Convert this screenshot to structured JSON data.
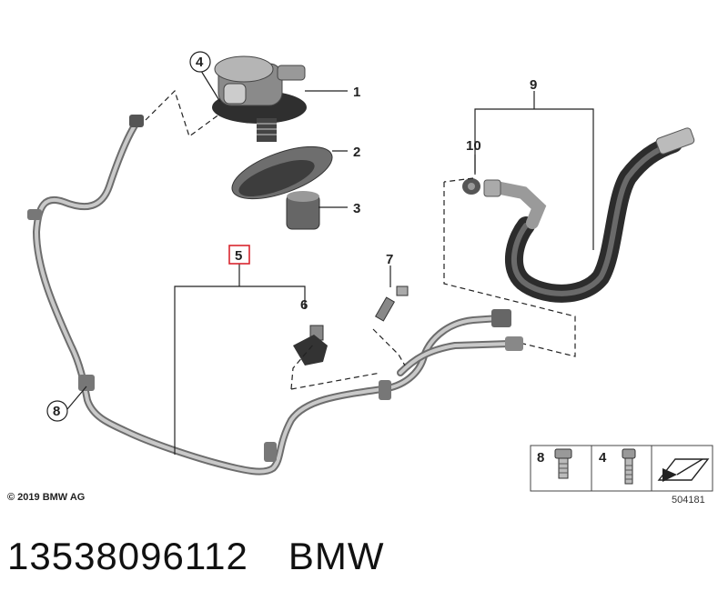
{
  "callouts": {
    "c1": "1",
    "c2": "2",
    "c3": "3",
    "c4": "4",
    "c5": "5",
    "c6": "6",
    "c7": "7",
    "c8": "8",
    "c9": "9",
    "c10": "10"
  },
  "legend": {
    "item_8": "8",
    "item_4": "4"
  },
  "diagram_number": "504181",
  "copyright": "© 2019 BMW AG",
  "footer": {
    "part_number": "13538096112",
    "brand": "BMW"
  },
  "colors": {
    "highlight_box": "#d9262e",
    "line": "#222222",
    "hose": "#3a3a3a",
    "pipe": "#9a9a9a"
  }
}
